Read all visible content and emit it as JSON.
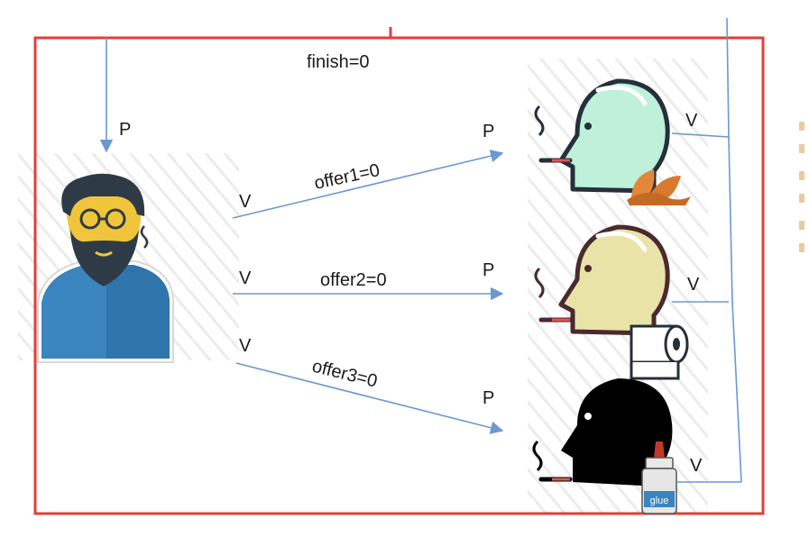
{
  "diagram": {
    "top_label": "finish=0",
    "agent_signal": "P",
    "edges": [
      {
        "source_label": "V",
        "offer_label": "offer1=0",
        "target_label": "P"
      },
      {
        "source_label": "V",
        "offer_label": "offer2=0",
        "target_label": "P"
      },
      {
        "source_label": "V",
        "offer_label": "offer3=0",
        "target_label": "P"
      }
    ],
    "smokers": [
      {
        "return_label": "V",
        "item_icon": "tobacco-leaf-icon",
        "head_color": "#bff0da"
      },
      {
        "return_label": "V",
        "item_icon": "paper-roll-icon",
        "head_color": "#e9e3a8"
      },
      {
        "return_label": "V",
        "item_icon": "glue-bottle-icon",
        "head_color": "#000000",
        "item_text": "glue"
      }
    ],
    "colors": {
      "frame": "#e0403a",
      "arrow": "#6b98cf",
      "agent_shirt": "#3a85c0",
      "agent_face": "#f0c53c",
      "agent_hair": "#2e3b47"
    }
  }
}
